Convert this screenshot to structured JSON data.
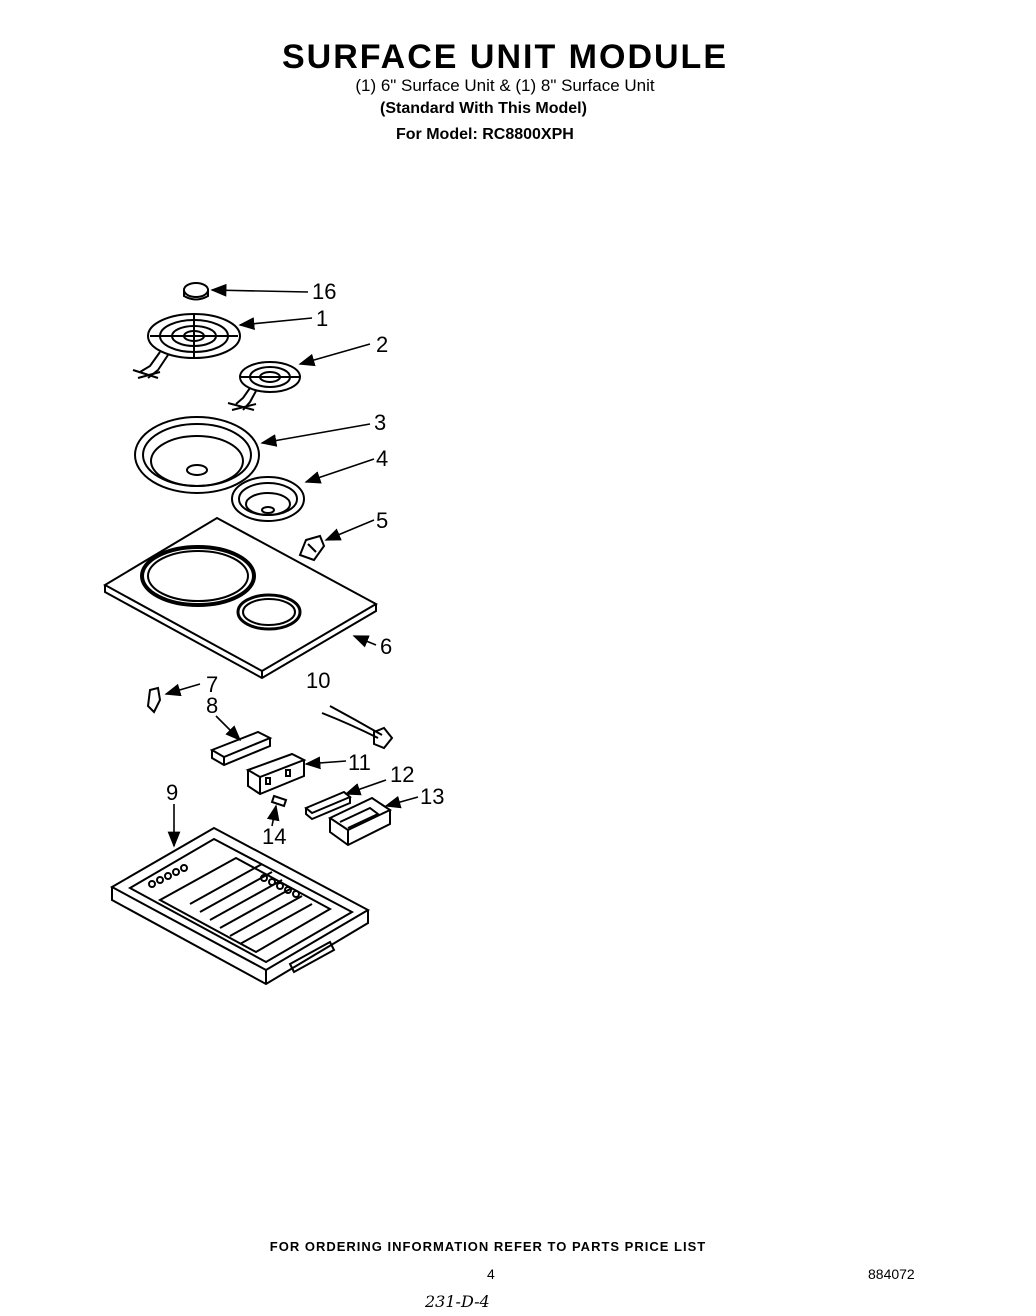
{
  "header": {
    "title": "SURFACE UNIT MODULE",
    "subtitle": "(1) 6\" Surface Unit & (1) 8\" Surface Unit",
    "standard_note": "(Standard With This Model)",
    "model_line": "For Model: RC8800XPH"
  },
  "callouts": {
    "c16": "16",
    "c1": "1",
    "c2": "2",
    "c3": "3",
    "c4": "4",
    "c5": "5",
    "c6": "6",
    "c7": "7",
    "c8": "8",
    "c9": "9",
    "c10": "10",
    "c11": "11",
    "c12": "12",
    "c13": "13",
    "c14": "14"
  },
  "footer": {
    "ordering_note": "FOR ORDERING INFORMATION REFER TO PARTS PRICE LIST",
    "page_number": "4",
    "document_number": "884072",
    "handwritten_note": "231-D-4"
  }
}
